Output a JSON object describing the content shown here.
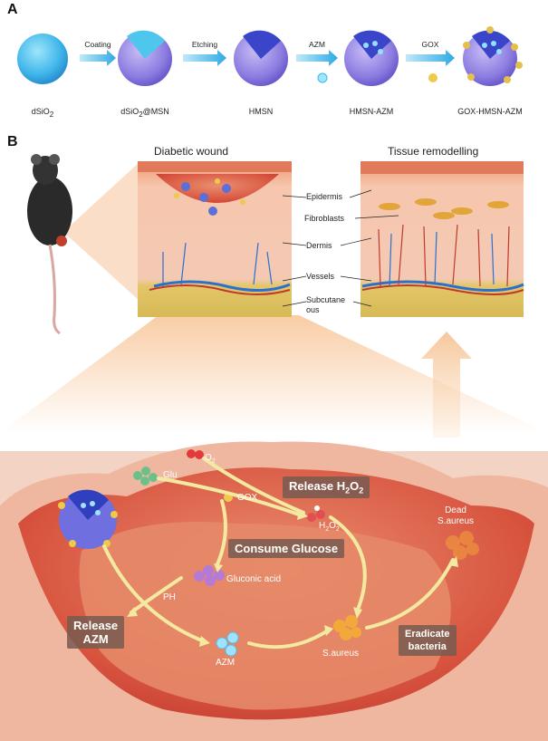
{
  "panelA": {
    "letter": "A",
    "particles": [
      {
        "name": "dSiO",
        "sub": "2"
      },
      {
        "name": "dSiO",
        "sub": "2",
        "suffix": "@MSN"
      },
      {
        "name": "HMSN"
      },
      {
        "name": "HMSN-AZM"
      },
      {
        "name": "GOX-HMSN-AZM"
      }
    ],
    "steps": [
      "Coating",
      "Etching",
      "AZM",
      "GOX"
    ]
  },
  "panelB": {
    "letter": "B",
    "diabetic_title": "Diabetic wound",
    "remodel_title": "Tissue remodelling",
    "layers": [
      "Epidermis",
      "Fibroblasts",
      "Dermis",
      "Vessels",
      "Subcutane\nous"
    ]
  },
  "mechanism": {
    "o2": "O",
    "o2_sub": "2",
    "glu": "Glu",
    "gox": "GOX",
    "release_h2o2": "Release H",
    "release_h2o2_sub": "2",
    "release_h2o2_end": "O",
    "release_h2o2_sub2": "2",
    "h2o2": "H",
    "h2o2_sub": "2",
    "h2o2_mid": "O",
    "h2o2_sub2": "2",
    "consume": "Consume Glucose",
    "gluconic": "Gluconic acid",
    "ph": "PH",
    "release_azm": "Release\nAZM",
    "azm": "AZM",
    "saureus": "S.aureus",
    "dead": "Dead\nS.aureus",
    "eradicate": "Eradicate\nbacteria"
  },
  "colors": {
    "arrow_yellow": "#f3e9a0",
    "particle_blue": "#5b6fd8",
    "tissue_red": "#d8543f",
    "process_arrow": "#4fb8e8"
  }
}
